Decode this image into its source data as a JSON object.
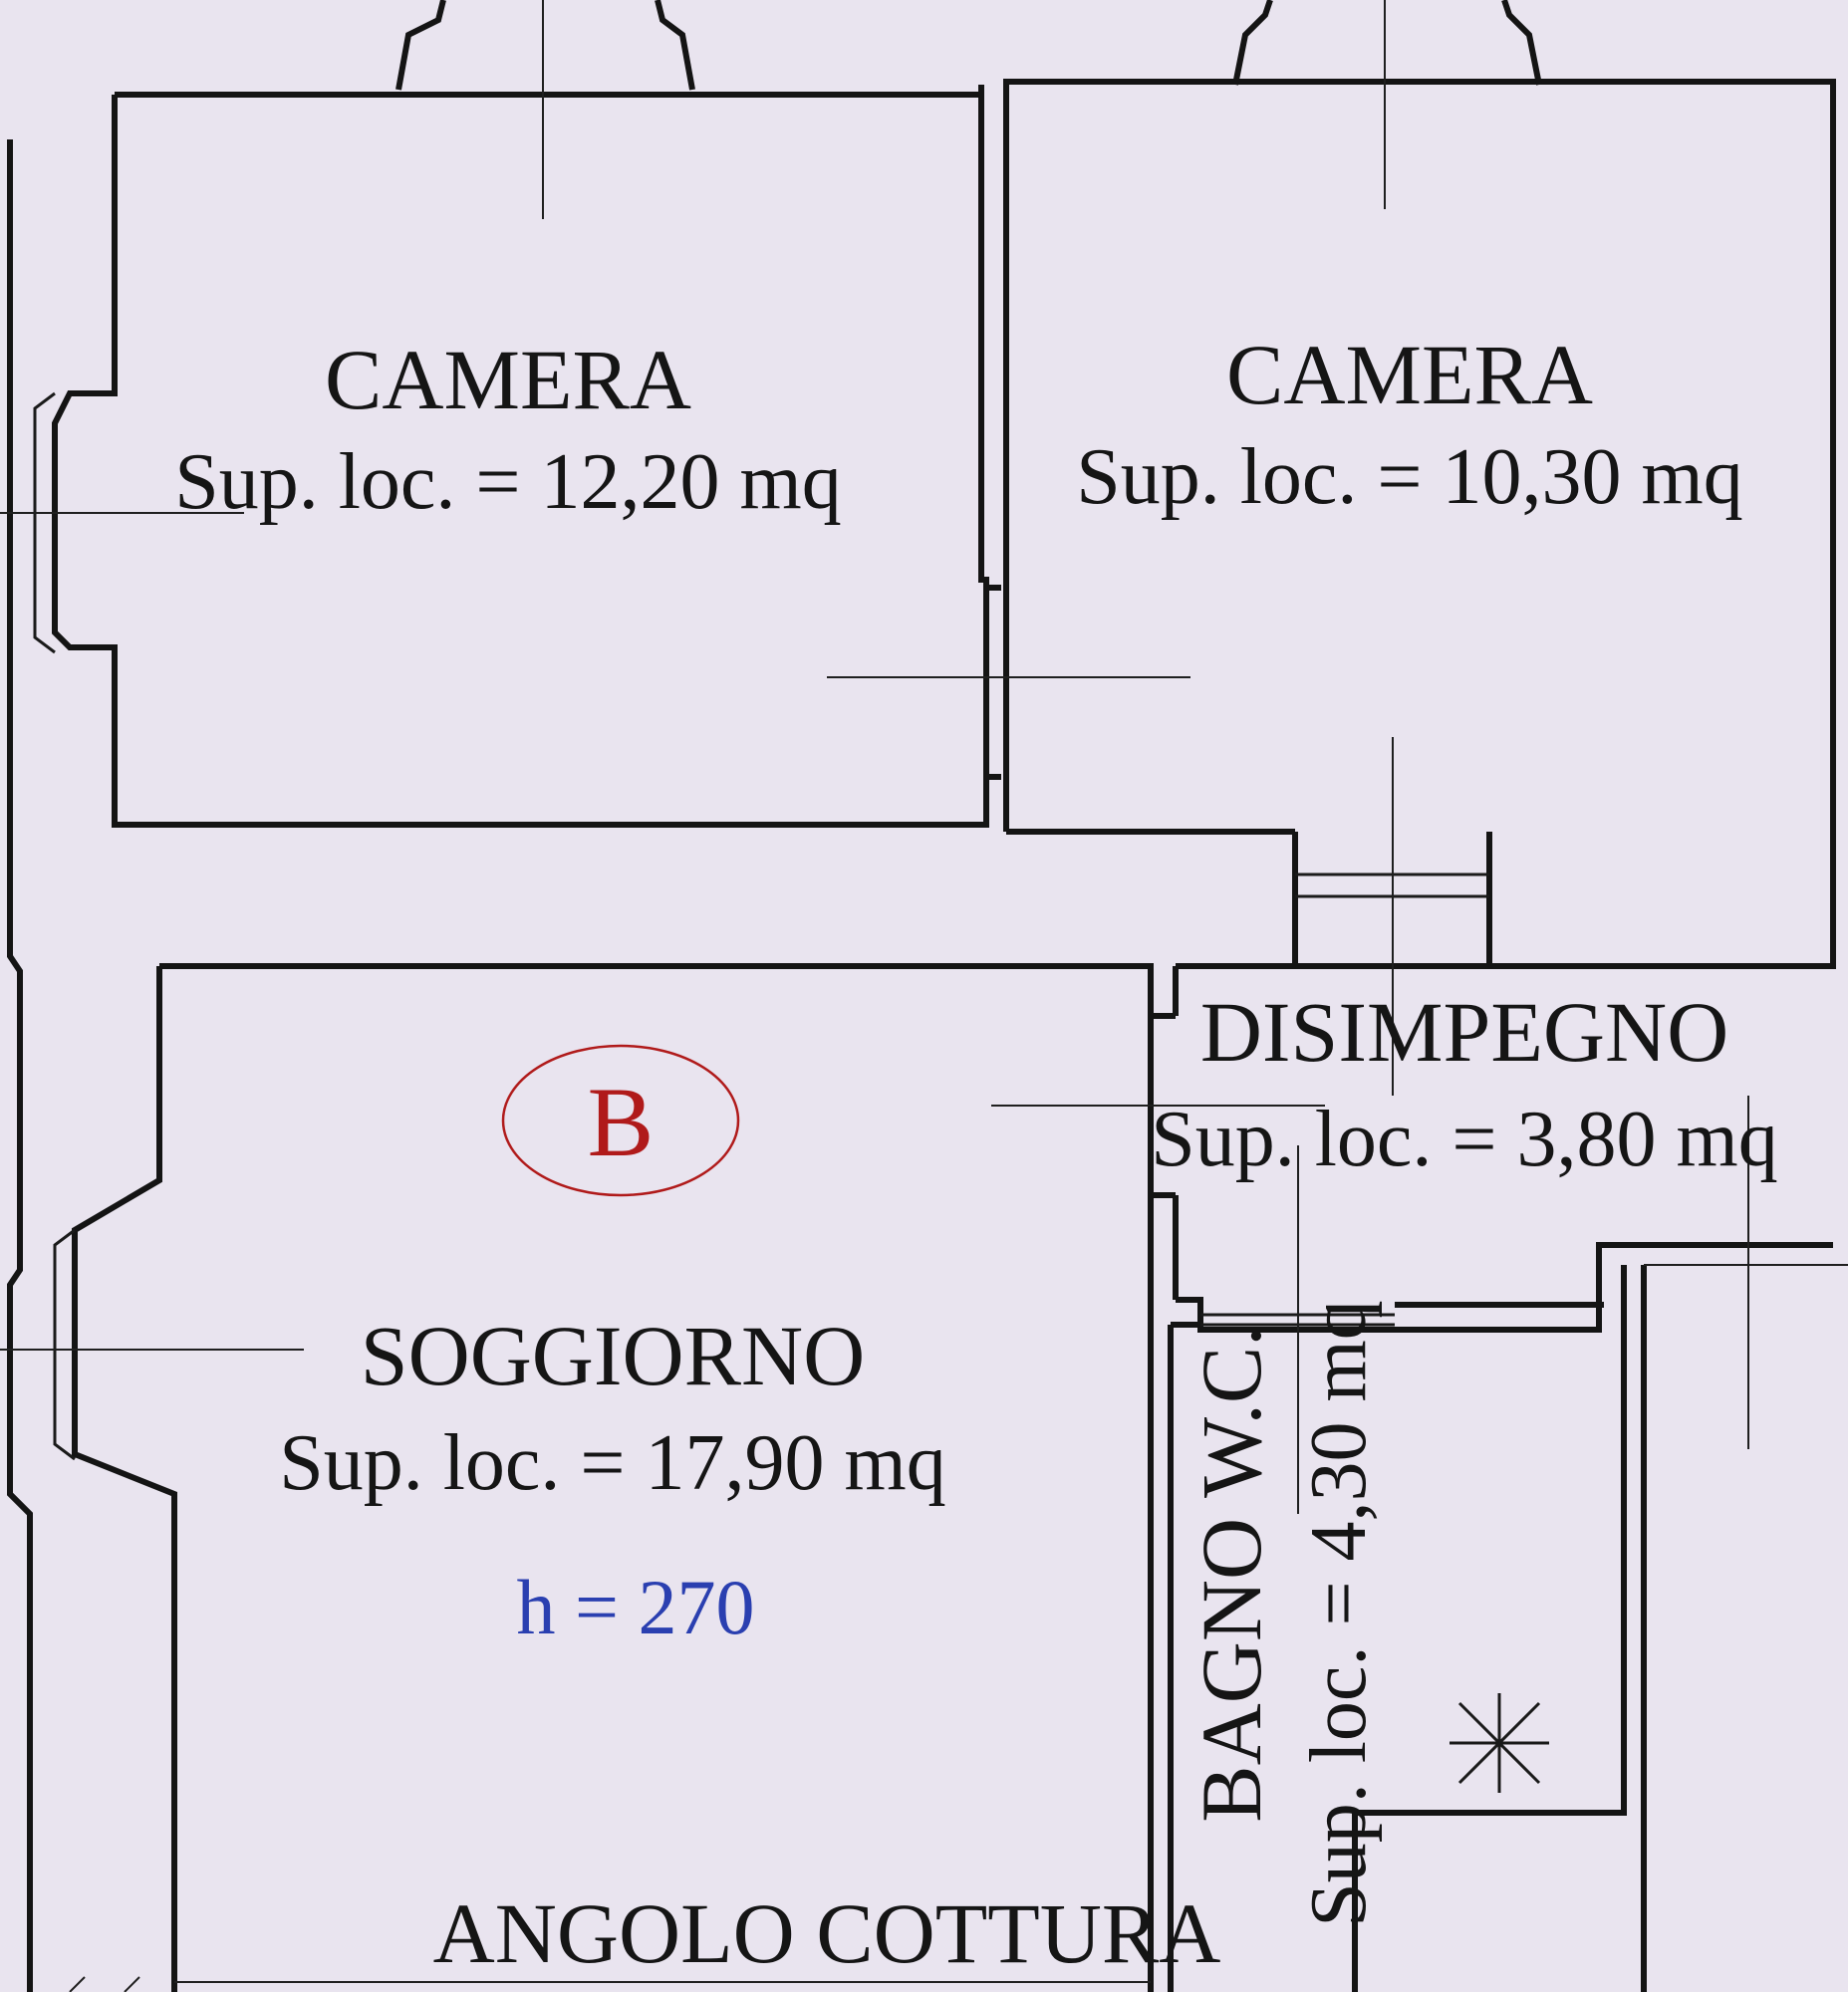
{
  "plan": {
    "zone_label": "B",
    "rooms": {
      "camera_left": {
        "name": "CAMERA",
        "area": "Sup. loc. = 12,20 mq"
      },
      "camera_right": {
        "name": "CAMERA",
        "area": "Sup. loc. = 10,30 mq"
      },
      "disimpegno": {
        "name": "DISIMPEGNO",
        "area": "Sup. loc. = 3,80 mq"
      },
      "soggiorno": {
        "name": "SOGGIORNO",
        "area": "Sup. loc. = 17,90 mq",
        "height": "h = 270"
      },
      "bagno": {
        "name": "BAGNO W.C.",
        "area": "Sup. loc. = 4,30 mq"
      },
      "angolo_cottura": {
        "name": "ANGOLO COTTURA"
      }
    },
    "colors": {
      "background": "#e9e4ef",
      "walls": "#141414",
      "zone_marker": "#b01a1a",
      "height_text": "#2a3fb0"
    }
  }
}
